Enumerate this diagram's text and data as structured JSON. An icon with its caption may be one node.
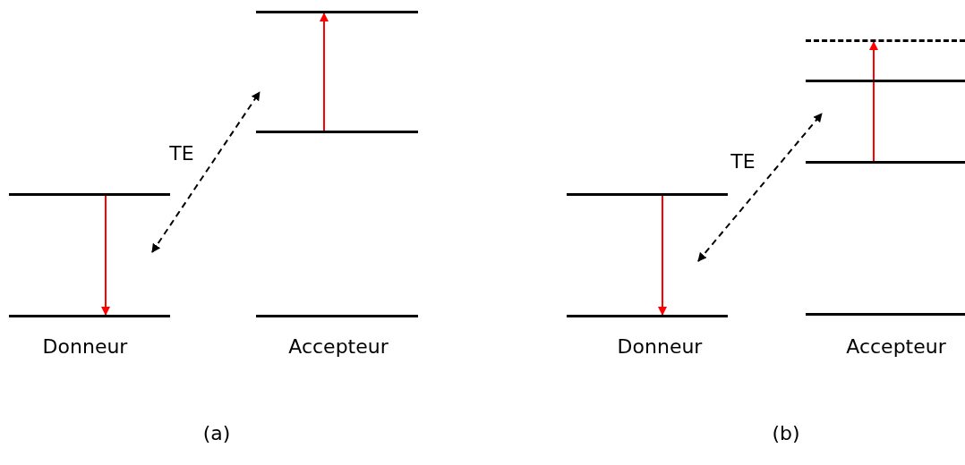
{
  "diagram": {
    "nodes": [
      {
        "text": [],
        "shape": "bar"
      },
      {
        "text": [],
        "shape": "bar"
      },
      {
        "text": [],
        "shape": "bar"
      },
      {
        "text": [],
        "shape": "bar"
      },
      {
        "text": [],
        "shape": "bar"
      },
      {
        "text": [],
        "shape": "bar"
      },
      {
        "text": [],
        "shape": "bar"
      },
      {
        "text": [],
        "shape": "bar"
      },
      {
        "text": [],
        "shape": "bar"
      },
      {
        "text": [],
        "shape": "bar"
      },
      {
        "text": [],
        "shape": "bar"
      }
    ],
    "edges": [
      {
        "from": 0,
        "to": 1,
        "arrow": "to"
      },
      {
        "from": 3,
        "to": 4,
        "arrow": "to"
      },
      {
        "from": 5,
        "to": 6,
        "arrow": "to"
      },
      {
        "from": 8,
        "to": 10,
        "arrow": "to"
      }
    ],
    "labels": [
      "TE",
      "Donneur",
      "Accepteur",
      "(a)",
      "TE",
      "Donneur",
      "Accepteur",
      "(b)"
    ]
  }
}
